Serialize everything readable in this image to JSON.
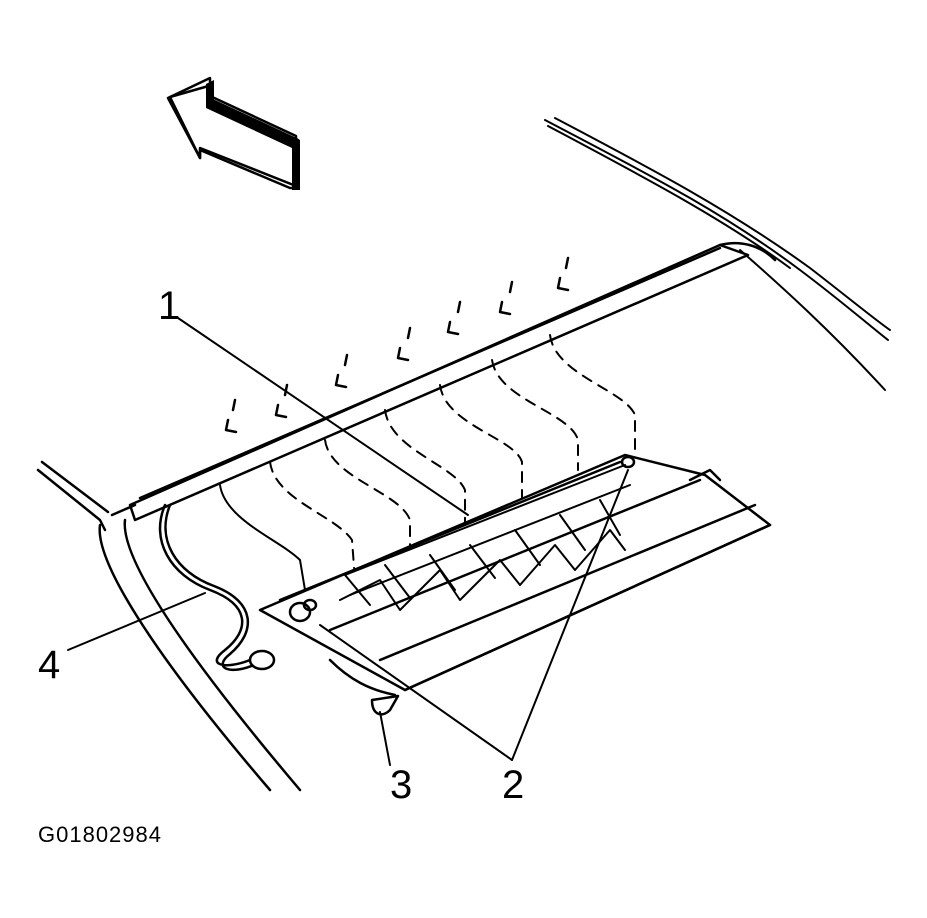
{
  "callouts": {
    "c1": "1",
    "c2": "2",
    "c3": "3",
    "c4": "4"
  },
  "figure_id": "G01802984",
  "colors": {
    "ink": "#000000",
    "paper": "#ffffff"
  },
  "icons": {
    "direction": "forward-arrow-icon"
  }
}
